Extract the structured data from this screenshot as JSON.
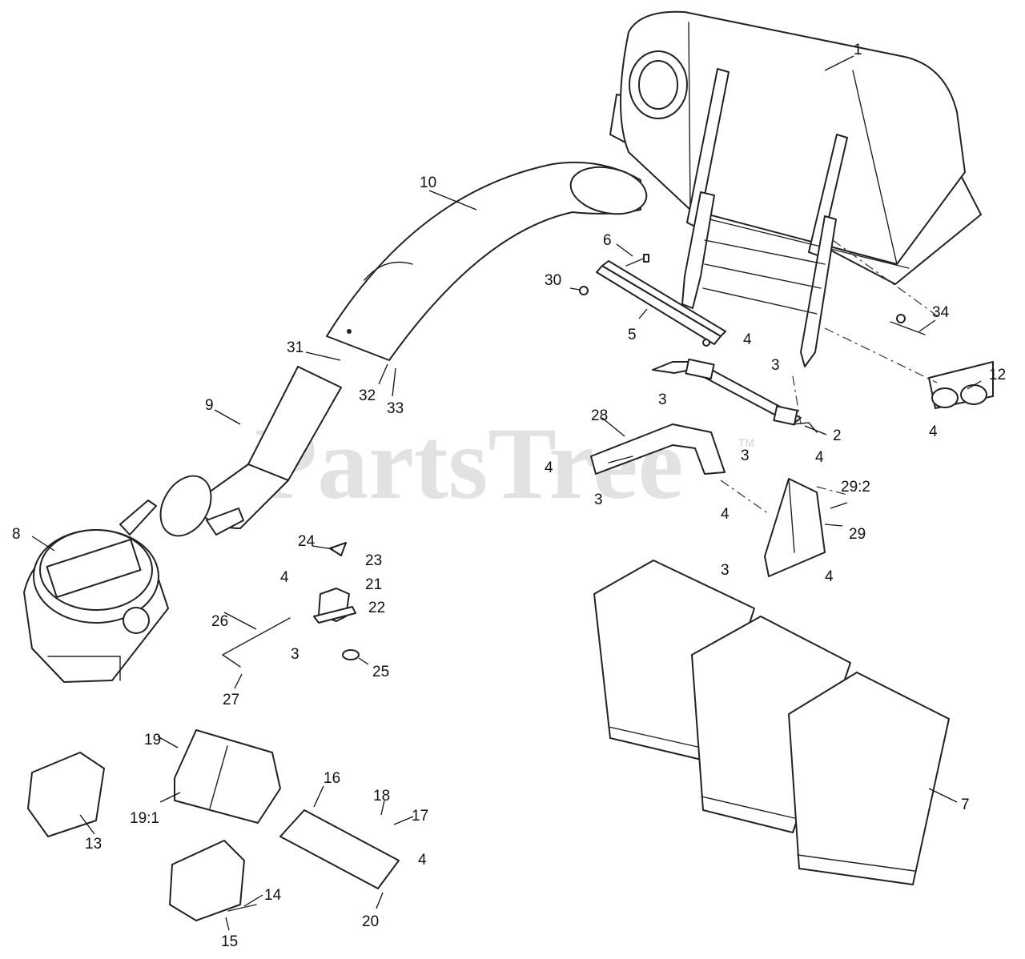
{
  "watermark": {
    "text": "PartsTree",
    "tm": "TM"
  },
  "callouts": [
    "1",
    "2",
    "3",
    "4",
    "5",
    "6",
    "7",
    "8",
    "9",
    "10",
    "12",
    "13",
    "14",
    "15",
    "16",
    "17",
    "18",
    "19",
    "19:1",
    "20",
    "21",
    "22",
    "23",
    "24",
    "25",
    "26",
    "27",
    "28",
    "29",
    "29:2",
    "30",
    "31",
    "32",
    "33",
    "34"
  ],
  "colors": {
    "line": "#222222",
    "watermark": "#d9d9d9",
    "background": "#ffffff"
  }
}
